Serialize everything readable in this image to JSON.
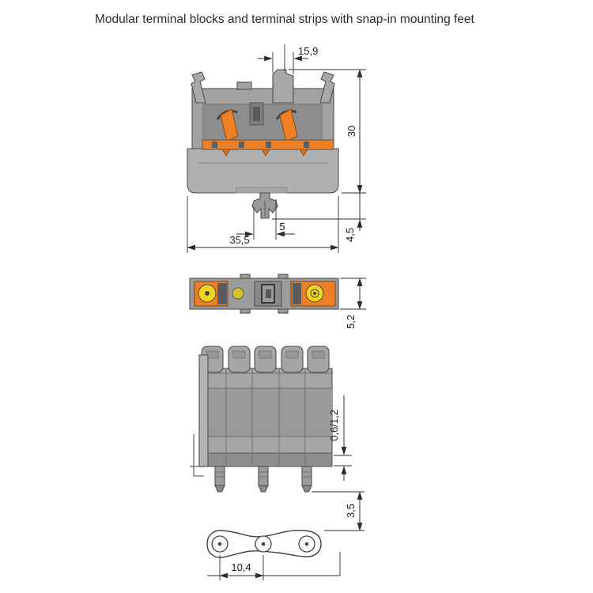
{
  "header": {
    "title": "Modular terminal blocks and terminal strips with snap-in mounting feet"
  },
  "dimensions": {
    "side_view": {
      "tab_width": "15,9",
      "height": "30",
      "foot_width": "5",
      "overall_width": "35,5",
      "foot_depth": "4,5"
    },
    "bottom_view": {
      "depth": "5,2"
    },
    "front_view": {
      "partition_thickness": "0,6/1,2",
      "pin_length": "3,5",
      "pole_pitch": "10,4"
    }
  },
  "colors": {
    "clamp_orange": "#ee7f25",
    "contact_yellow": "#f2d41c"
  }
}
